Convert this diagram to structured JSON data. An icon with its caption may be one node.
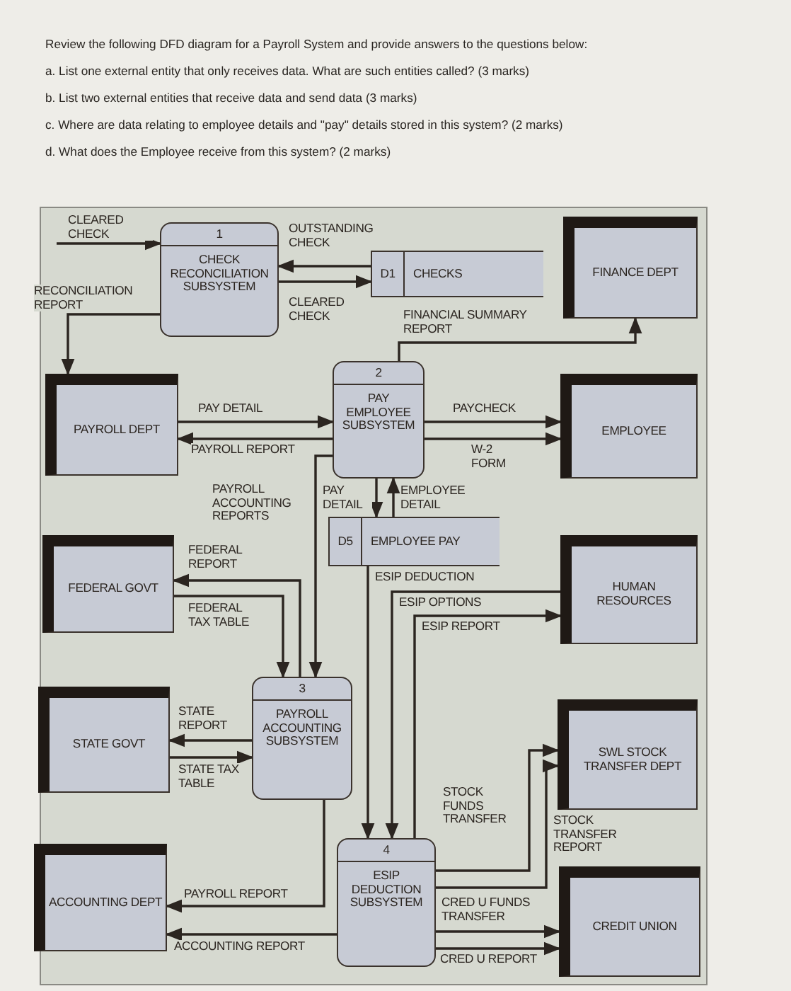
{
  "diagram": {
    "title": "Review the following DFD diagram for a Payroll System and provide answers to the questions below:",
    "nodes": [
      {
        "text": [
          "1",
          "CHECK RECONCILIATION SUBSYSTEM"
        ]
      },
      {
        "text": [
          "D1",
          "CHECKS"
        ]
      },
      {
        "text": [
          "FINANCE DEPT"
        ]
      },
      {
        "text": [
          "PAYROLL DEPT"
        ]
      },
      {
        "text": [
          "2",
          "PAY EMPLOYEE SUBSYSTEM"
        ]
      },
      {
        "text": [
          "EMPLOYEE"
        ]
      },
      {
        "text": [
          "D5",
          "EMPLOYEE PAY"
        ]
      },
      {
        "text": [
          "FEDERAL GOVT"
        ]
      },
      {
        "text": [
          "HUMAN RESOURCES"
        ]
      },
      {
        "text": [
          "STATE GOVT"
        ]
      },
      {
        "text": [
          "3",
          "PAYROLL ACCOUNTING SUBSYSTEM"
        ]
      },
      {
        "text": [
          "SWL STOCK TRANSFER DEPT"
        ]
      },
      {
        "text": [
          "ACCOUNTING DEPT"
        ]
      },
      {
        "text": [
          "4",
          "ESIP DEDUCTION SUBSYSTEM"
        ]
      },
      {
        "text": [
          "CREDIT UNION"
        ]
      }
    ],
    "edges": [
      {
        "from": null,
        "to": 0,
        "arrow": "to",
        "label": "CLEARED CHECK"
      },
      {
        "from": 0,
        "to": 3,
        "arrow": "to",
        "label": "RECONCILIATION REPORT"
      },
      {
        "from": 1,
        "to": 0,
        "arrow": "to",
        "label": "OUTSTANDING CHECK"
      },
      {
        "from": 0,
        "to": 1,
        "arrow": "to",
        "label": "CLEARED CHECK"
      },
      {
        "from": 4,
        "to": 2,
        "arrow": "to",
        "label": "FINANCIAL SUMMARY REPORT"
      },
      {
        "from": 3,
        "to": 4,
        "arrow": "to",
        "label": "PAY DETAIL"
      },
      {
        "from": 4,
        "to": 3,
        "arrow": "to",
        "label": "PAYROLL REPORT"
      },
      {
        "from": 4,
        "to": 5,
        "arrow": "to",
        "label": "PAYCHECK"
      },
      {
        "from": 4,
        "to": 5,
        "arrow": "to",
        "label": "W-2 FORM"
      },
      {
        "from": 4,
        "to": 10,
        "arrow": "to",
        "label": "PAYROLL ACCOUNTING REPORTS"
      },
      {
        "from": 4,
        "to": 6,
        "arrow": "to",
        "label": "PAY DETAIL"
      },
      {
        "from": 6,
        "to": 4,
        "arrow": "to",
        "label": "EMPLOYEE DETAIL"
      },
      {
        "from": 10,
        "to": 7,
        "arrow": "to",
        "label": "FEDERAL REPORT"
      },
      {
        "from": 7,
        "to": 10,
        "arrow": "to",
        "label": "FEDERAL TAX TABLE"
      },
      {
        "from": 6,
        "to": 13,
        "arrow": "to",
        "label": "ESIP DEDUCTION"
      },
      {
        "from": 8,
        "to": 13,
        "arrow": "to",
        "label": "ESIP OPTIONS"
      },
      {
        "from": 13,
        "to": 8,
        "arrow": "to",
        "label": "ESIP REPORT"
      },
      {
        "from": 10,
        "to": 9,
        "arrow": "to",
        "label": "STATE REPORT"
      },
      {
        "from": 9,
        "to": 10,
        "arrow": "to",
        "label": "STATE TAX TABLE"
      },
      {
        "from": 13,
        "to": 11,
        "arrow": "to",
        "label": "STOCK FUNDS TRANSFER"
      },
      {
        "from": 13,
        "to": 11,
        "arrow": "to",
        "label": "STOCK TRANSFER REPORT"
      },
      {
        "from": 10,
        "to": 12,
        "arrow": "to",
        "label": "PAYROLL REPORT"
      },
      {
        "from": 13,
        "to": 12,
        "arrow": "to",
        "label": "ACCOUNTING REPORT"
      },
      {
        "from": 13,
        "to": 14,
        "arrow": "to",
        "label": "CRED U FUNDS TRANSFER"
      },
      {
        "from": 13,
        "to": 14,
        "arrow": "to",
        "label": "CRED U REPORT"
      }
    ],
    "labels": [
      "a. List one external entity that only receives data. What are such entities called? (3 marks)",
      "b. List two external entities that receive data and send data (3 marks)",
      "c. Where are data relating to employee details and \"pay\" details stored in this system? (2 marks)",
      "d. What does the Employee receive from this system? (2 marks)"
    ]
  }
}
